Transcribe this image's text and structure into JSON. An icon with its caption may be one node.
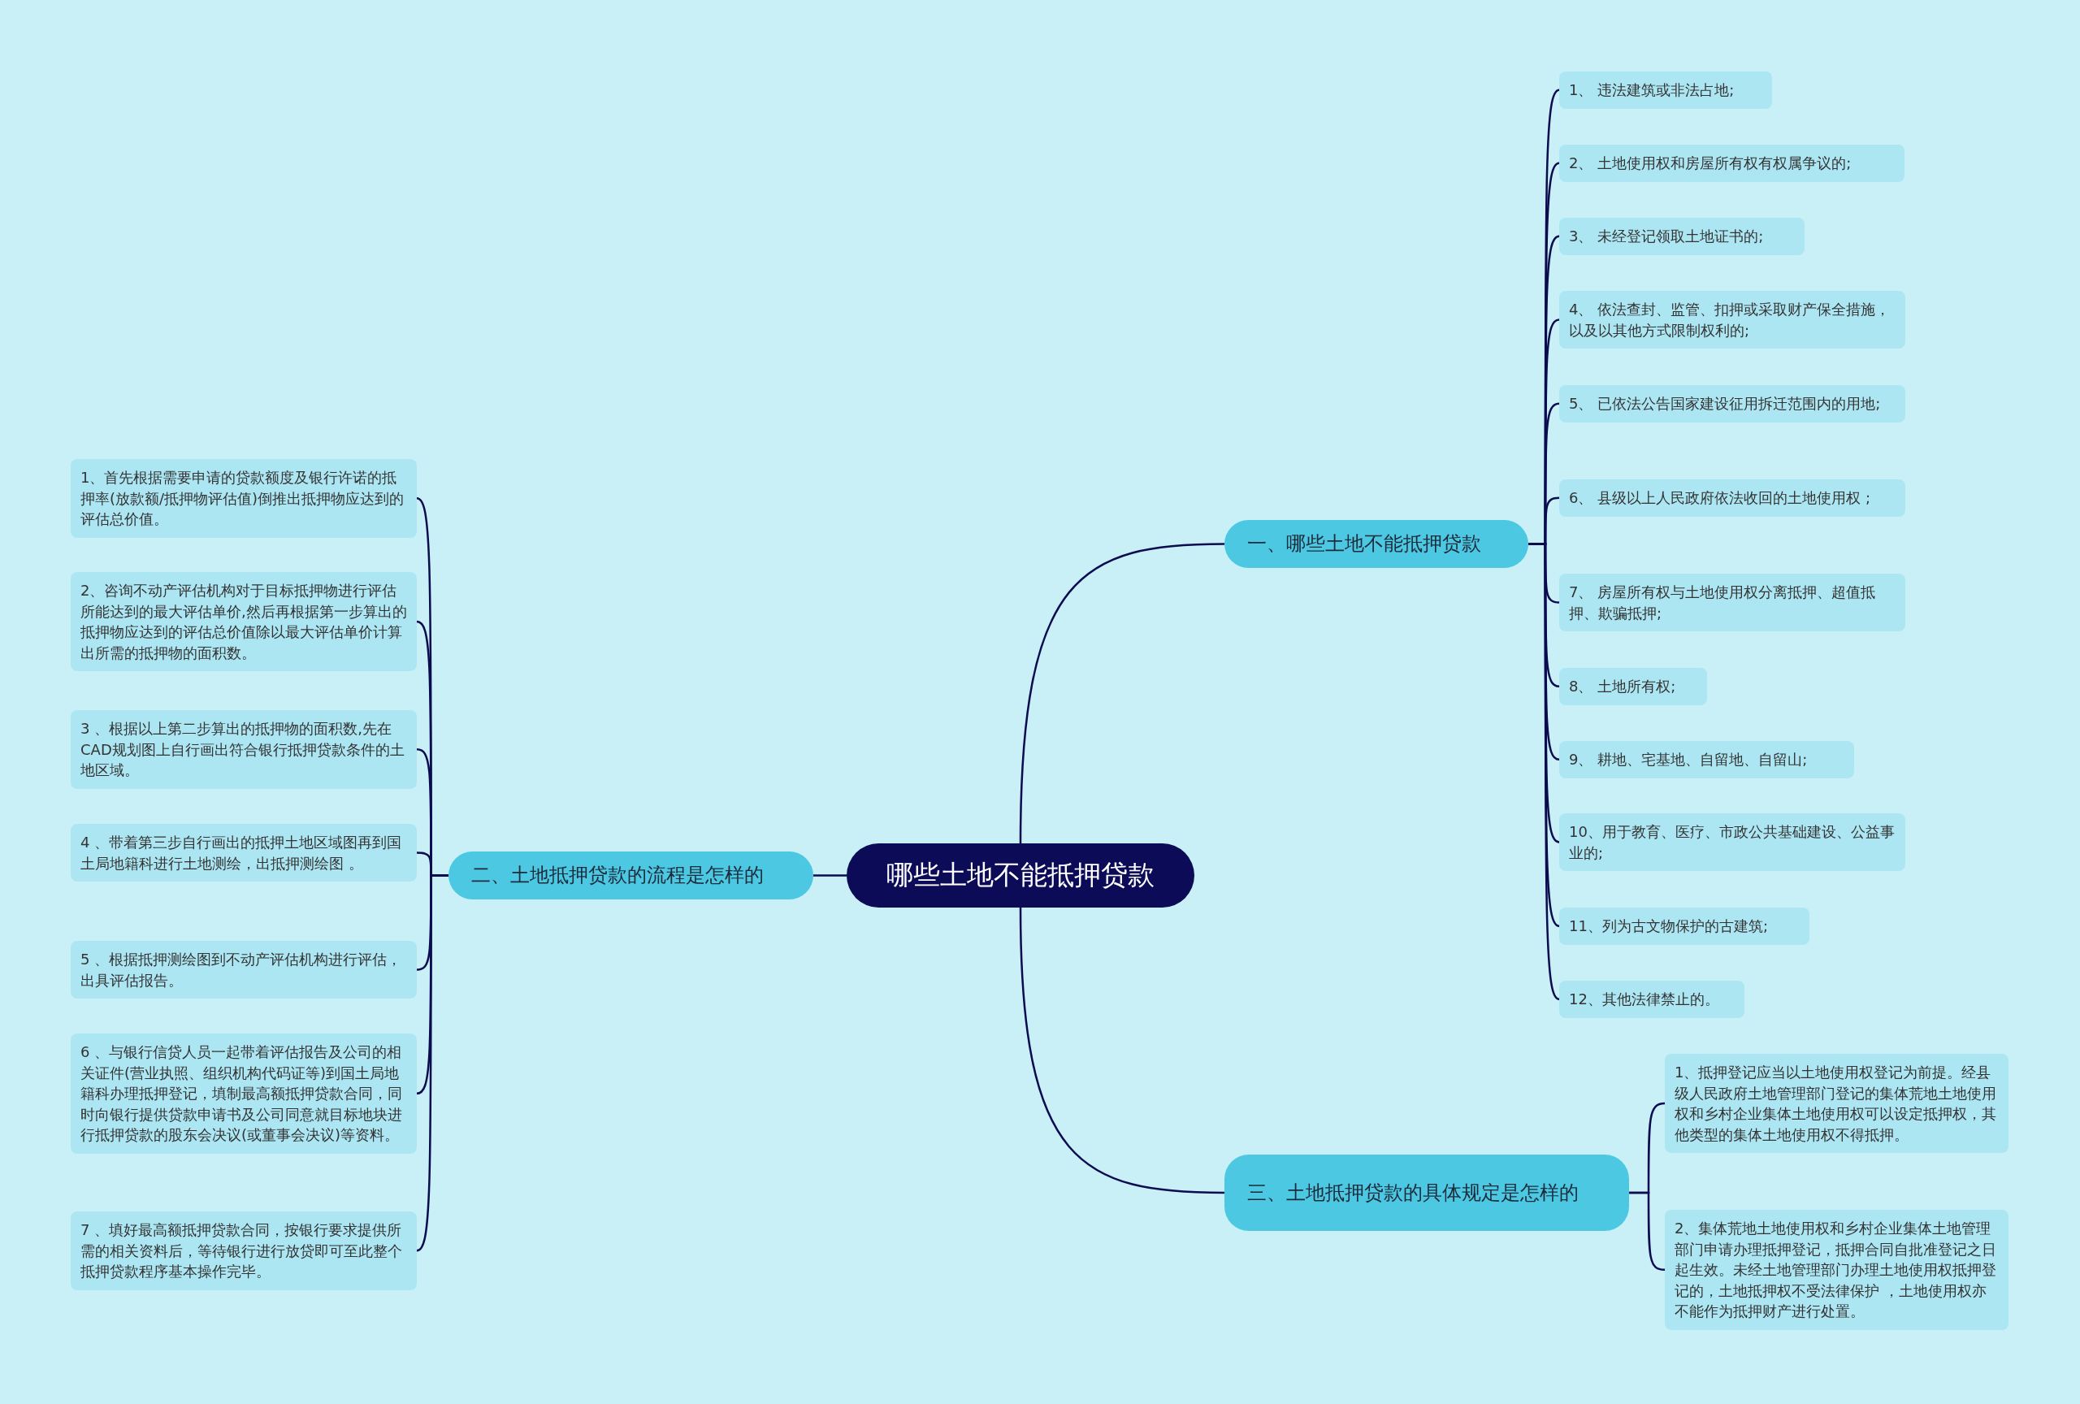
{
  "diagram": {
    "nodes": [
      {
        "text": [
          "哪些土地不能抵押贷款"
        ]
      },
      {
        "text": [
          "一、哪些土地不能抵押贷款"
        ]
      },
      {
        "text": [
          "1、 违法建筑或非法占地;"
        ]
      },
      {
        "text": [
          "2、 土地使用权和房屋所有权有权属争议的;"
        ]
      },
      {
        "text": [
          "3、 未经登记领取土地证书的;"
        ]
      },
      {
        "text": [
          "4、 依法查封、监管、扣押或采取财产保全措施，以及以其他方式限制权利的;"
        ]
      },
      {
        "text": [
          "5、 已依法公告国家建设征用拆迁范围内的用地;"
        ]
      },
      {
        "text": [
          "6、 县级以上人民政府依法收回的土地使用权 ;"
        ]
      },
      {
        "text": [
          "7、 房屋所有权与土地使用权分离抵押、超值抵押、欺骗抵押;"
        ]
      },
      {
        "text": [
          "8、 土地所有权;"
        ]
      },
      {
        "text": [
          "9、 耕地、宅基地、自留地、自留山;"
        ]
      },
      {
        "text": [
          "10、用于教育、医疗、市政公共基础建设、公益事业的;"
        ]
      },
      {
        "text": [
          "11、列为古文物保护的古建筑;"
        ]
      },
      {
        "text": [
          "12、其他法律禁止的。"
        ]
      },
      {
        "text": [
          "二、土地抵押贷款的流程是怎样的"
        ]
      },
      {
        "text": [
          "1、首先根据需要申请的贷款额度及银行许诺的抵押率(放款额/抵押物评估值)倒推出抵押物应达到的评估总价值。"
        ]
      },
      {
        "text": [
          "2、咨询不动产评估机构对于目标抵押物进行评估所能达到的最大评估单价,然后再根据第一步算出的抵押物应达到的评估总价值除以最大评估单价计算出所需的抵押物的面积数。"
        ]
      },
      {
        "text": [
          "3 、根据以上第二步算出的抵押物的面积数,先在CAD规划图上自行画出符合银行抵押贷款条件的土地区域。"
        ]
      },
      {
        "text": [
          "4 、带着第三步自行画出的抵押土地区域图再到国土局地籍科进行土地测绘，出抵押测绘图 。"
        ]
      },
      {
        "text": [
          "5 、根据抵押测绘图到不动产评估机构进行评估，出具评估报告。"
        ]
      },
      {
        "text": [
          "6 、与银行信贷人员一起带着评估报告及公司的相关证件(营业执照、组织机构代码证等)到国土局地籍科办理抵押登记，填制最高额抵押贷款合同，同时向银行提供贷款申请书及公司同意就目标地块进行抵押贷款的股东会决议(或董事会决议)等资料。"
        ]
      },
      {
        "text": [
          "7 、填好最高额抵押贷款合同，按银行要求提供所需的相关资料后，等待银行进行放贷即可至此整个抵押贷款程序基本操作完毕。"
        ]
      },
      {
        "text": [
          "三、土地抵押贷款的具体规定是怎样的"
        ]
      },
      {
        "text": [
          "1、抵押登记应当以土地使用权登记为前提。经县级人民政府土地管理部门登记的集体荒地土地使用权和乡村企业集体土地使用权可以设定抵押权，其他类型的集体土地使用权不得抵押。"
        ]
      },
      {
        "text": [
          "2、集体荒地土地使用权和乡村企业集体土地管理部门申请办理抵押登记，抵押合同自批准登记之日起生效。未经土地管理部门办理土地使用权抵押登记的，土地抵押权不受法律保护 ，土地使用权亦不能作为抵押财产进行处置。"
        ]
      }
    ],
    "edges": [
      {
        "from": 0,
        "to": 1,
        "arrow": "none"
      },
      {
        "from": 1,
        "to": 2,
        "arrow": "none"
      },
      {
        "from": 1,
        "to": 3,
        "arrow": "none"
      },
      {
        "from": 1,
        "to": 4,
        "arrow": "none"
      },
      {
        "from": 1,
        "to": 5,
        "arrow": "none"
      },
      {
        "from": 1,
        "to": 6,
        "arrow": "none"
      },
      {
        "from": 1,
        "to": 7,
        "arrow": "none"
      },
      {
        "from": 1,
        "to": 8,
        "arrow": "none"
      },
      {
        "from": 1,
        "to": 9,
        "arrow": "none"
      },
      {
        "from": 1,
        "to": 10,
        "arrow": "none"
      },
      {
        "from": 1,
        "to": 11,
        "arrow": "none"
      },
      {
        "from": 1,
        "to": 12,
        "arrow": "none"
      },
      {
        "from": 1,
        "to": 13,
        "arrow": "none"
      },
      {
        "from": 0,
        "to": 14,
        "arrow": "none"
      },
      {
        "from": 14,
        "to": 15,
        "arrow": "none"
      },
      {
        "from": 14,
        "to": 16,
        "arrow": "none"
      },
      {
        "from": 14,
        "to": 17,
        "arrow": "none"
      },
      {
        "from": 14,
        "to": 18,
        "arrow": "none"
      },
      {
        "from": 14,
        "to": 19,
        "arrow": "none"
      },
      {
        "from": 14,
        "to": 20,
        "arrow": "none"
      },
      {
        "from": 14,
        "to": 21,
        "arrow": "none"
      },
      {
        "from": 0,
        "to": 22,
        "arrow": "none"
      },
      {
        "from": 22,
        "to": 23,
        "arrow": "none"
      },
      {
        "from": 22,
        "to": 24,
        "arrow": "none"
      }
    ]
  }
}
